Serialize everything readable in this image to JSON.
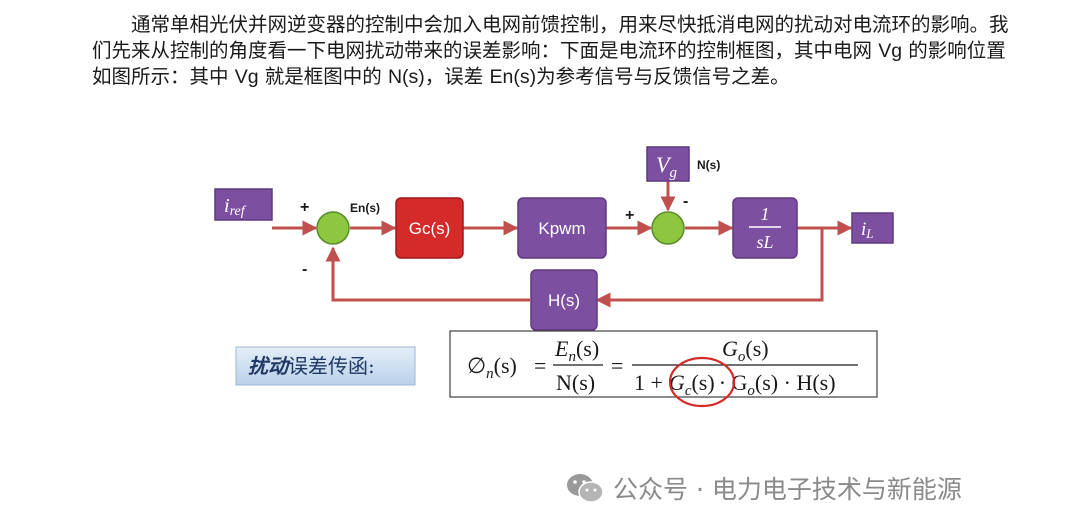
{
  "paragraph": {
    "text_1": "通常单相光伏并网逆变器的控制中会加入电网前馈控制，用来尽快抵消电网的扰动对电流环的影响。我们先来从控制的角度看一下电网扰动带来的误差影响：下面是电流环的控制框图，其中电网 ",
    "vg_1": "Vg",
    "text_2": " 的影响位置如图所示：其中 ",
    "vg_2": "Vg",
    "text_3": " 就是框图中的 ",
    "ns": "N(s)",
    "text_4": "，误差 ",
    "ens": "En(s)",
    "text_5": "为参考信号与反馈信号之差。"
  },
  "diagram": {
    "input_label": "i",
    "input_sub": "ref",
    "output_label": "i",
    "output_sub": "L",
    "disturbance_label": "V",
    "disturbance_sub": "g",
    "disturbance_name": "N(s)",
    "error_name": "En(s)",
    "controller": "Gc(s)",
    "pwm_gain": "Kpwm",
    "plant_num": "1",
    "plant_den": "sL",
    "feedback": "H(s)",
    "sum1_plus": "+",
    "sum1_minus": "-",
    "sum2_plus": "+",
    "sum2_minus": "-",
    "colors": {
      "purple": "#7d4fa0",
      "red": "#d42a2a",
      "green": "#8dc63f",
      "wire": "#c0504d"
    }
  },
  "callout": {
    "bold_part": "扰动",
    "normal_part": "误差传函:"
  },
  "formula": {
    "phi": "∅",
    "phi_sub": "n",
    "arg": "(s)",
    "eq": "=",
    "num1": "E",
    "num1_sub": "n",
    "den1": "N(s)",
    "num2": "G",
    "num2_sub": "o",
    "den2_one": "1 +",
    "den2_gc": "G",
    "den2_gc_sub": "c",
    "den2_rest": "· G",
    "den2_go_sub": "o",
    "den2_tail": "(s) · H(s)"
  },
  "watermark": {
    "text": "公众号 · 电力电子技术与新能源",
    "icon": "wechat-icon"
  }
}
